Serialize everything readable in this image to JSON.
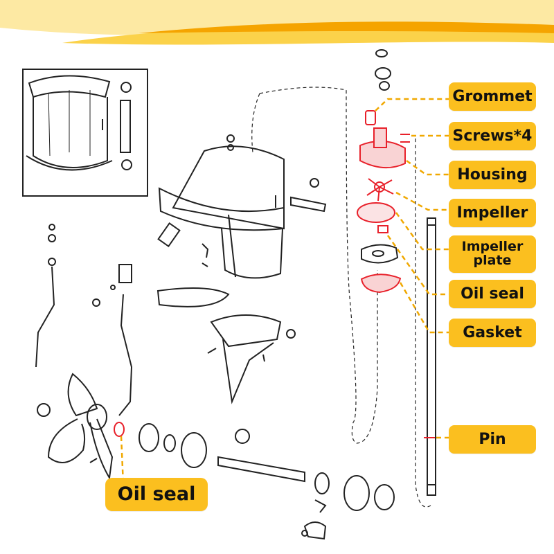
{
  "colors": {
    "label_bg": "#fbbf1f",
    "banner_light": "#fde9a3",
    "banner_mid": "#fbd24a",
    "banner_dark": "#f5a400",
    "highlight_part": "#e8202a",
    "leader_line": "#f0a800",
    "line_art": "#222222"
  },
  "labels": {
    "grommet": "Grommet",
    "screws": "Screws*4",
    "housing": "Housing",
    "impeller": "Impeller",
    "impeller_plate_line1": "Impeller",
    "impeller_plate_line2": "plate",
    "oil_seal": "Oil seal",
    "gasket": "Gasket",
    "pin": "Pin",
    "oil_seal_bottom": "Oil seal"
  }
}
